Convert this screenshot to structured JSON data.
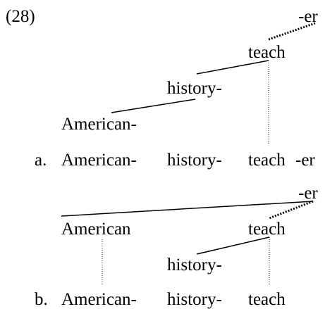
{
  "example_number": "(28)",
  "tree_a": {
    "nodes": {
      "er": "-er",
      "teach": "teach",
      "history": "history-",
      "american": "American-"
    },
    "label": "a.",
    "string": [
      "American-",
      "history-",
      "teach",
      "-er"
    ]
  },
  "tree_b": {
    "nodes": {
      "er": "-er",
      "american": "American",
      "teach": "teach",
      "history": "history-"
    },
    "label": "b.",
    "string": [
      "American-",
      "history-",
      "teach"
    ]
  },
  "colors": {
    "ink": "#000000",
    "background": "#ffffff"
  }
}
